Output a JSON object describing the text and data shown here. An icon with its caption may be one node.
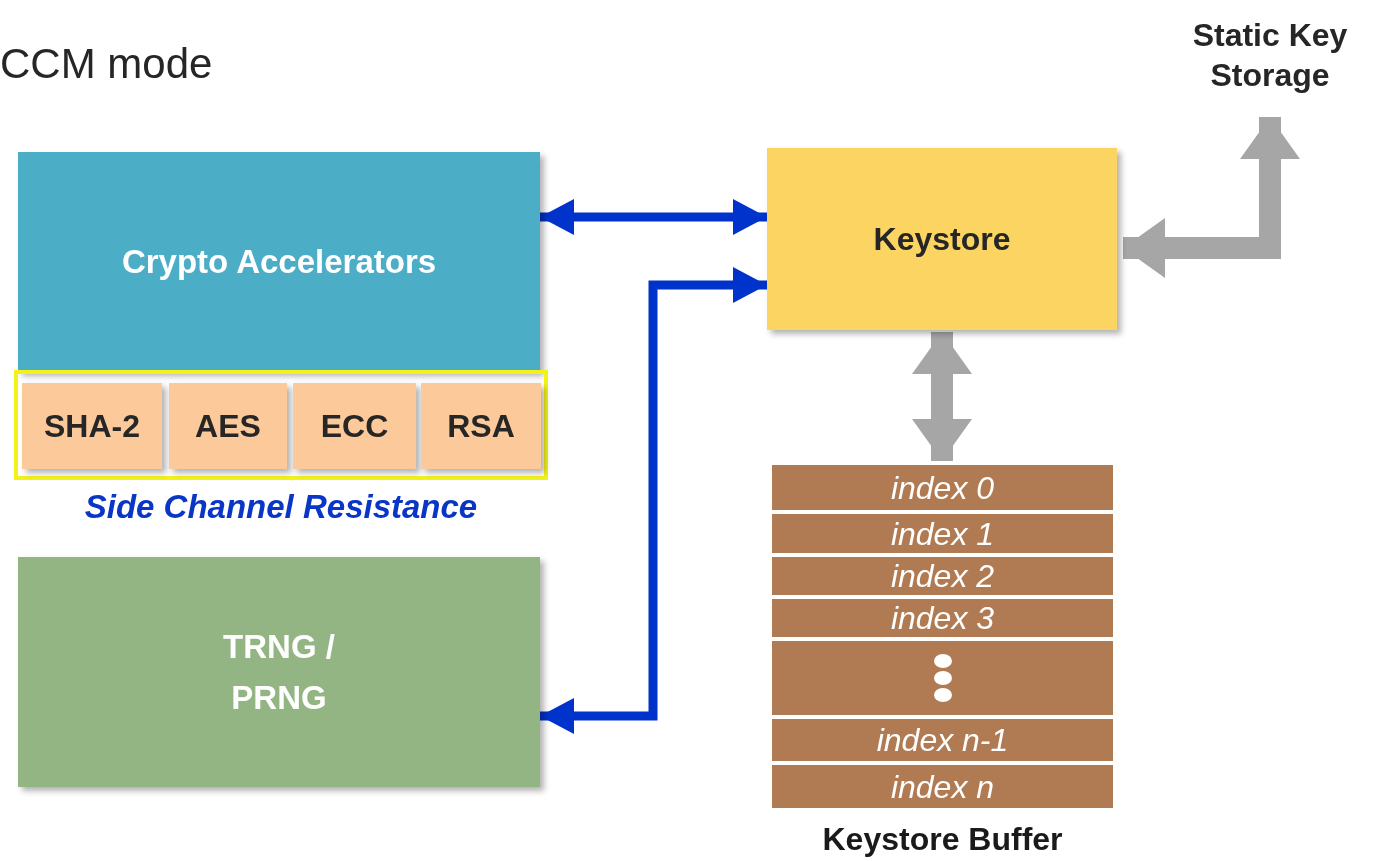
{
  "diagram": {
    "title": "CCM mode",
    "nodes": [
      {
        "text": [
          "Crypto Accelerators"
        ]
      },
      {
        "text": [
          "Side Channel Resistance"
        ]
      },
      {
        "text": [
          "SHA-2"
        ],
        "in": 1
      },
      {
        "text": [
          "AES"
        ],
        "in": 1
      },
      {
        "text": [
          "ECC"
        ],
        "in": 1
      },
      {
        "text": [
          "RSA"
        ],
        "in": 1
      },
      {
        "text": [
          "TRNG / PRNG"
        ]
      },
      {
        "text": [
          "Keystore"
        ]
      },
      {
        "text": [
          "Static Key Storage"
        ]
      },
      {
        "text": [
          "Keystore Buffer"
        ]
      },
      {
        "text": [
          "index 0"
        ],
        "in": 9
      },
      {
        "text": [
          "index 1"
        ],
        "in": 9
      },
      {
        "text": [
          "index 2"
        ],
        "in": 9
      },
      {
        "text": [
          "index 3"
        ],
        "in": 9
      },
      {
        "text": [],
        "shape": "bar",
        "in": 9
      },
      {
        "text": [
          "index n-1"
        ],
        "in": 9
      },
      {
        "text": [
          "index n"
        ],
        "in": 9
      }
    ],
    "edges": [
      {
        "from": 0,
        "to": 7,
        "arrow": "both"
      },
      {
        "from": 6,
        "to": 7,
        "arrow": "both"
      },
      {
        "from": 7,
        "to": 8,
        "arrow": "both",
        "style": "thick",
        "color": "#a6a6a6"
      },
      {
        "from": 7,
        "to": 9,
        "arrow": "both",
        "style": "thick",
        "color": "#a6a6a6"
      }
    ]
  }
}
